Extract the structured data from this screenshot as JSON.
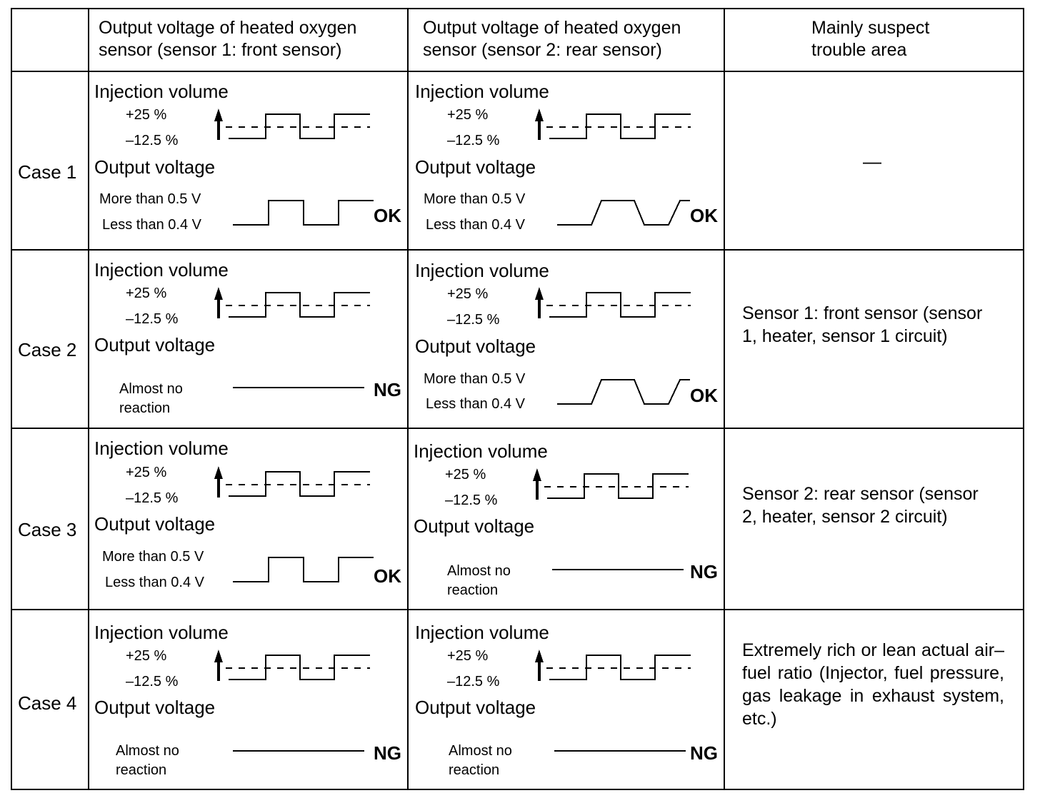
{
  "table": {
    "headers": [
      "",
      "Output voltage of heated oxygen sensor (sensor 1: front sensor)",
      "Output voltage of heated oxygen sensor (sensor 2: rear sensor)",
      "Mainly suspect trouble area"
    ],
    "rows": [
      {
        "case": "Case 1",
        "front": {
          "injection_title": "Injection volume",
          "inj_high": "+25 %",
          "inj_low": "–12.5 %",
          "output_title": "Output voltage",
          "v_high": "More than 0.5 V",
          "v_low": "Less than 0.4 V",
          "status": "OK"
        },
        "rear": {
          "injection_title": "Injection volume",
          "inj_high": "+25 %",
          "inj_low": "–12.5 %",
          "output_title": "Output voltage",
          "v_high": "More than 0.5 V",
          "v_low": "Less than 0.4 V",
          "status": "OK"
        },
        "area": "—"
      },
      {
        "case": "Case 2",
        "front": {
          "injection_title": "Injection volume",
          "inj_high": "+25 %",
          "inj_low": "–12.5 %",
          "output_title": "Output voltage",
          "no_reaction": "Almost no reaction",
          "status": "NG"
        },
        "rear": {
          "injection_title": "Injection volume",
          "inj_high": "+25 %",
          "inj_low": "–12.5 %",
          "output_title": "Output voltage",
          "v_high": "More than 0.5 V",
          "v_low": "Less than 0.4 V",
          "status": "OK"
        },
        "area": "Sensor 1: front sensor (sensor 1, heater, sensor 1 circuit)"
      },
      {
        "case": "Case 3",
        "front": {
          "injection_title": "Injection volume",
          "inj_high": "+25 %",
          "inj_low": "–12.5 %",
          "output_title": "Output voltage",
          "v_high": "More than 0.5 V",
          "v_low": "Less than 0.4 V",
          "status": "OK"
        },
        "rear": {
          "injection_title": "Injection volume",
          "inj_high": "+25 %",
          "inj_low": "–12.5 %",
          "output_title": "Output voltage",
          "no_reaction": "Almost no reaction",
          "status": "NG"
        },
        "area": "Sensor 2: rear sensor (sensor 2, heater, sensor 2 circuit)"
      },
      {
        "case": "Case 4",
        "front": {
          "injection_title": "Injection volume",
          "inj_high": "+25 %",
          "inj_low": "–12.5 %",
          "output_title": "Output voltage",
          "no_reaction": "Almost no reaction",
          "status": "NG"
        },
        "rear": {
          "injection_title": "Injection volume",
          "inj_high": "+25 %",
          "inj_low": "–12.5 %",
          "output_title": "Output voltage",
          "no_reaction": "Almost no reaction",
          "status": "NG"
        },
        "area": "Extremely rich or lean actual air–fuel ratio (Injector, fuel pressure, gas leakage in exhaust system, etc.)"
      }
    ]
  }
}
